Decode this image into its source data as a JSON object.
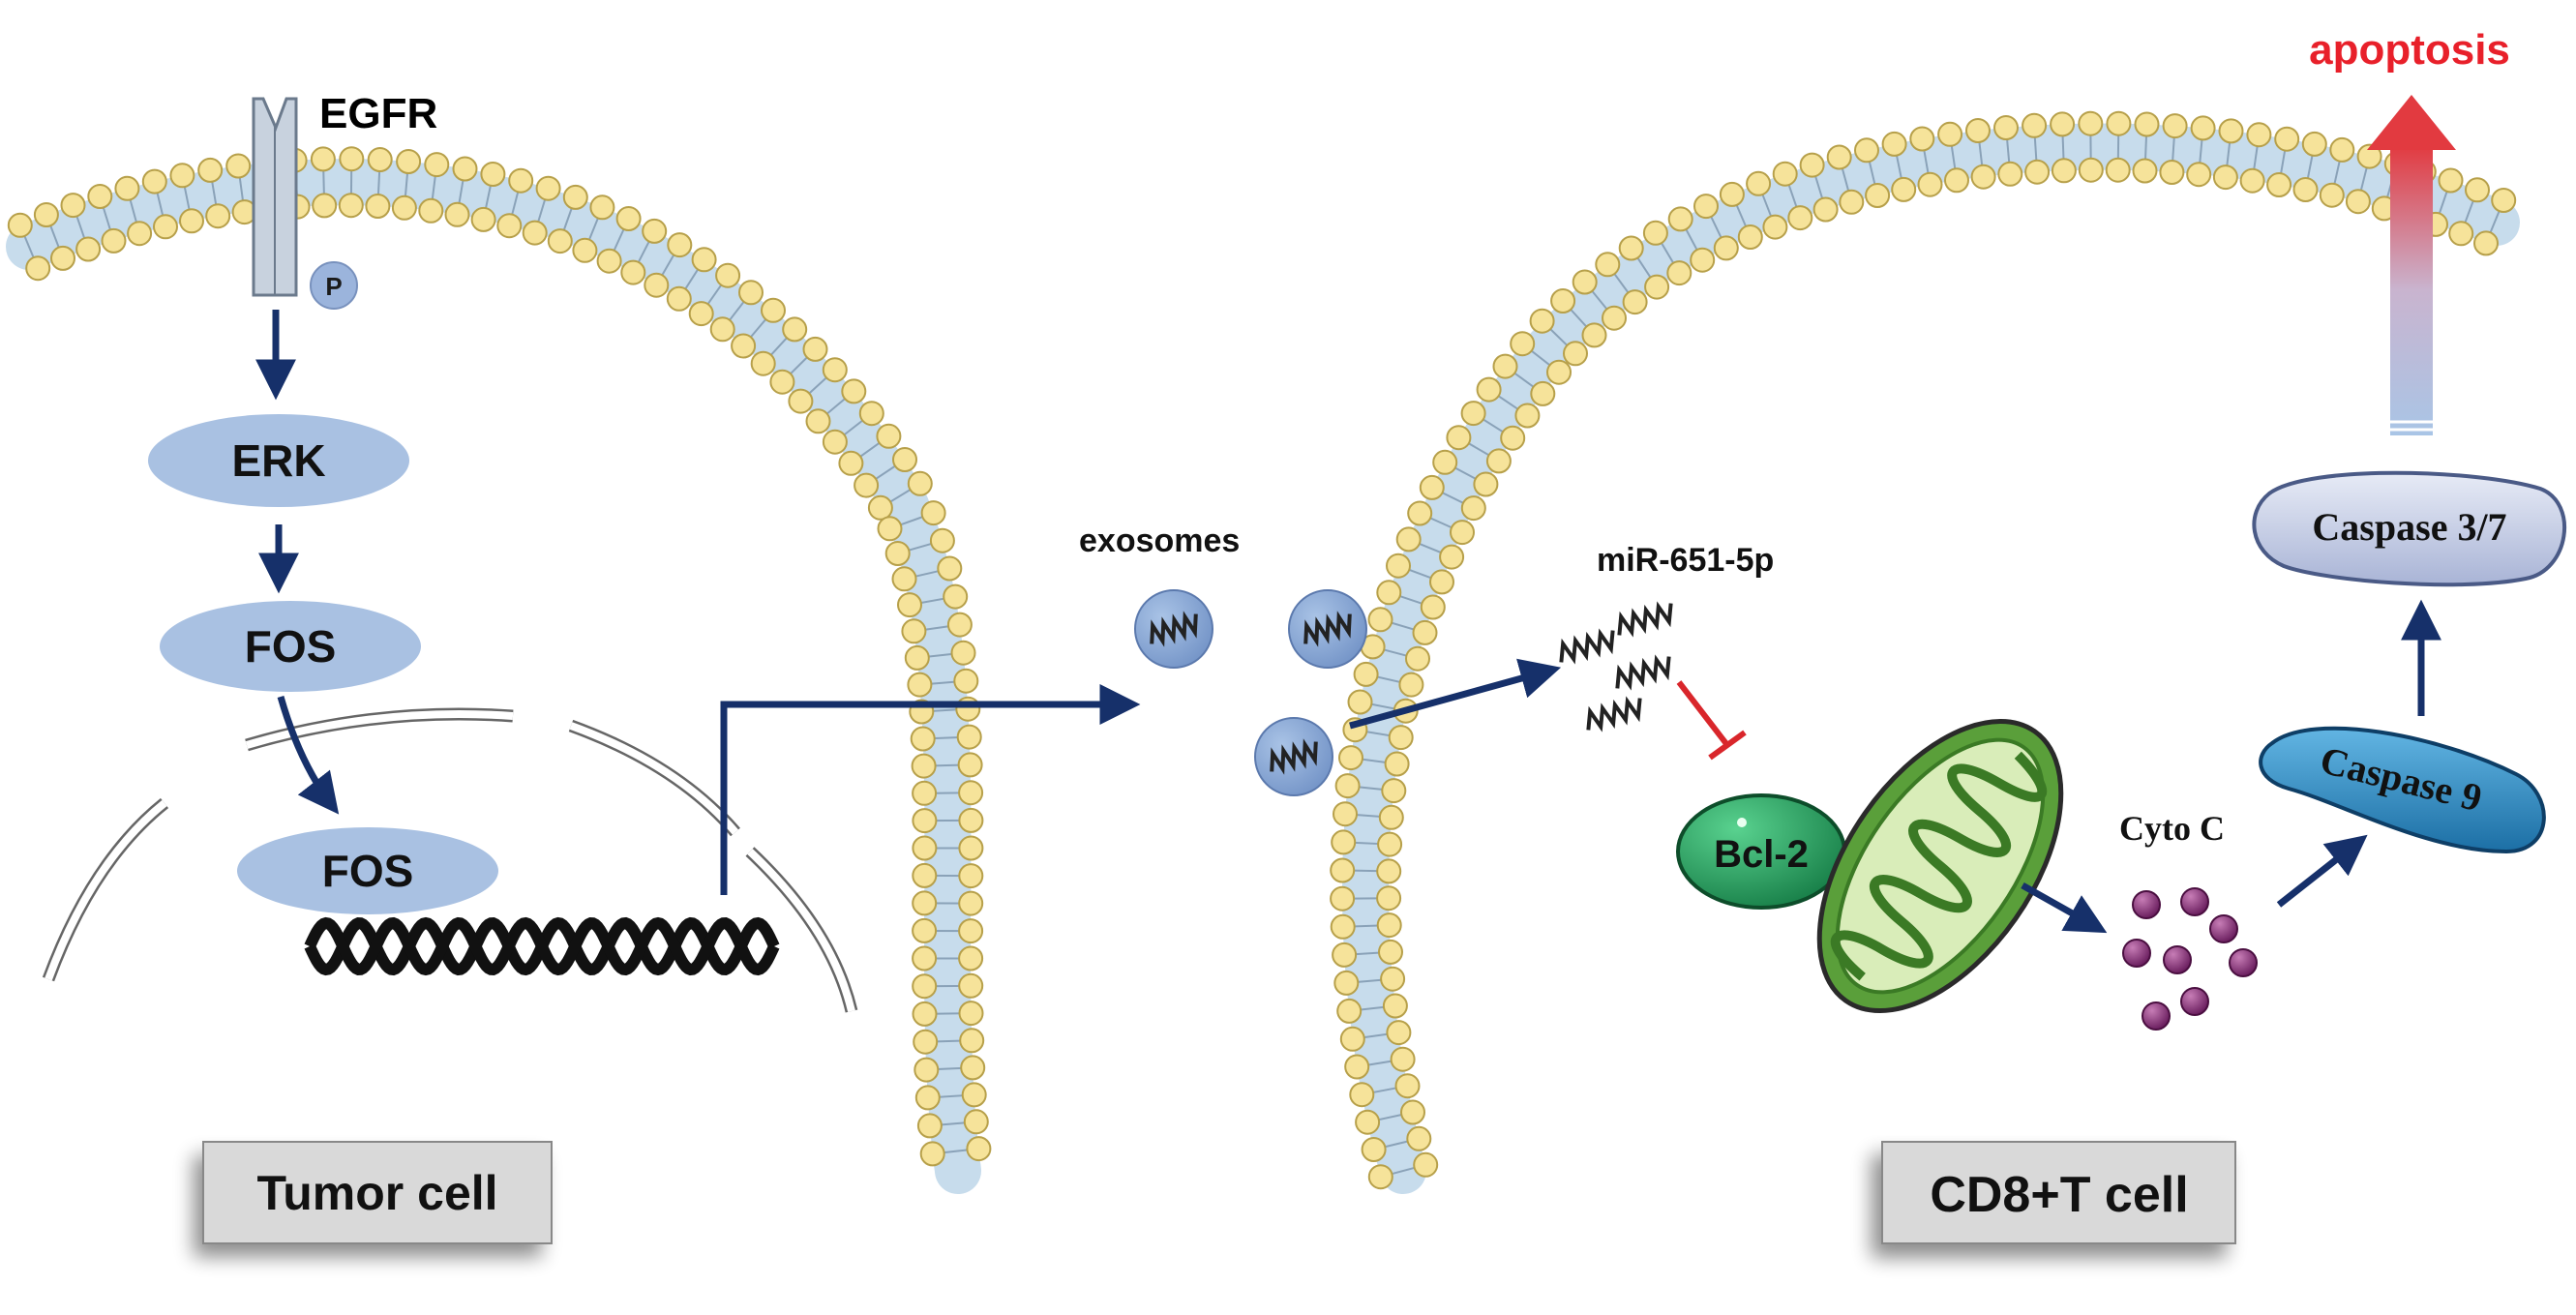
{
  "labels": {
    "egfr": "EGFR",
    "phospho": "P",
    "erk": "ERK",
    "fos_cytoplasm": "FOS",
    "fos_nucleus": "FOS",
    "exosomes": "exosomes",
    "mirna": "miR-651-5p",
    "bcl2": "Bcl-2",
    "cyto_c": "Cyto C",
    "caspase9": "Caspase 9",
    "caspase37": "Caspase 3/7",
    "apoptosis": "apoptosis",
    "tumor_cell": "Tumor cell",
    "cd8_cell": "CD8+T cell"
  },
  "colors": {
    "arrow": "#16306a",
    "inhibition": "#d9262b",
    "apoptosis": "#e8202a",
    "protein_fill": "#a9c1e2",
    "lipid_head": "#f6e39a",
    "lipid_tail": "#c7dcec",
    "bcl2": "#1e9a5a",
    "mitochondrion": "#4f9a34",
    "cyto_c": "#7a1f6c",
    "caspase9": "#2f8ac0",
    "caspase37": "#c9d1e8"
  }
}
